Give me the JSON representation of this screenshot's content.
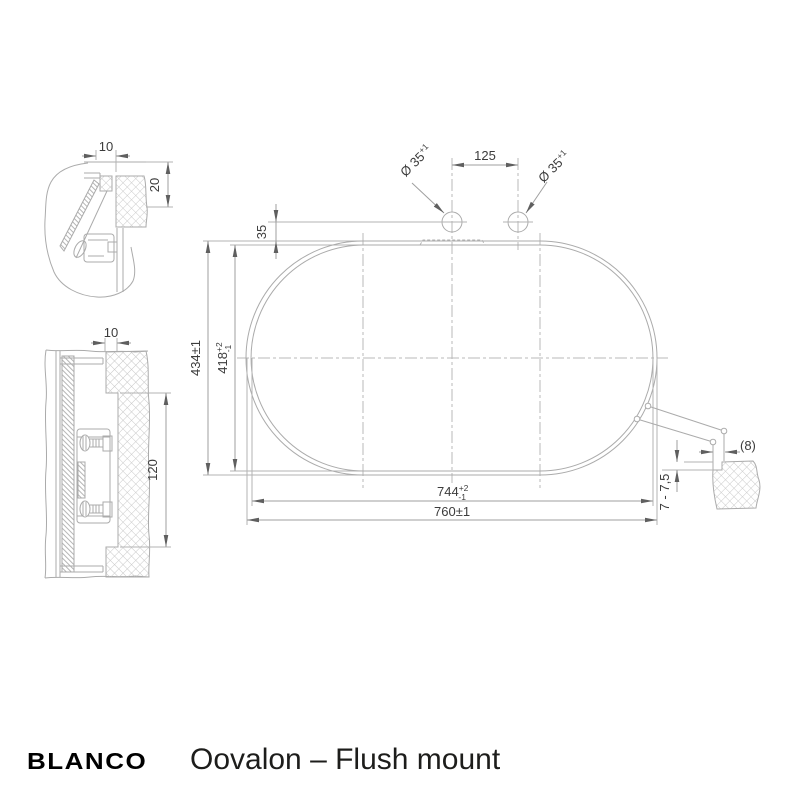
{
  "footer": {
    "brand_logo": "BLANCO",
    "drawing_title": "Oovalon – Flush mount"
  },
  "colors": {
    "line": "#ababab",
    "dim_text": "#3c3c3c",
    "arrow": "#5f5f5f",
    "title_text": "#1d1d1b",
    "background": "#ffffff"
  },
  "detail_top_left": {
    "rebate_width": "10",
    "rebate_depth": "20"
  },
  "detail_mid_left": {
    "rebate_width": "10",
    "clamp_span": "120"
  },
  "detail_right": {
    "ledge_width": "(8)",
    "rebate_depth": "7 - 7,5"
  },
  "main_view": {
    "hole_pitch": "125",
    "hole_left_dia": {
      "value": "Ø 35",
      "tol_up": "+1"
    },
    "hole_right_dia": {
      "value": "Ø 35",
      "tol_up": "+1"
    },
    "hole_center_offset": "35",
    "outer_height": "434±1",
    "cutout_height": {
      "value": "418",
      "tol_up": "+2",
      "tol_down": "-1"
    },
    "cutout_width": {
      "value": "744",
      "tol_up": "+2",
      "tol_down": "-1"
    },
    "outer_width": "760±1"
  }
}
